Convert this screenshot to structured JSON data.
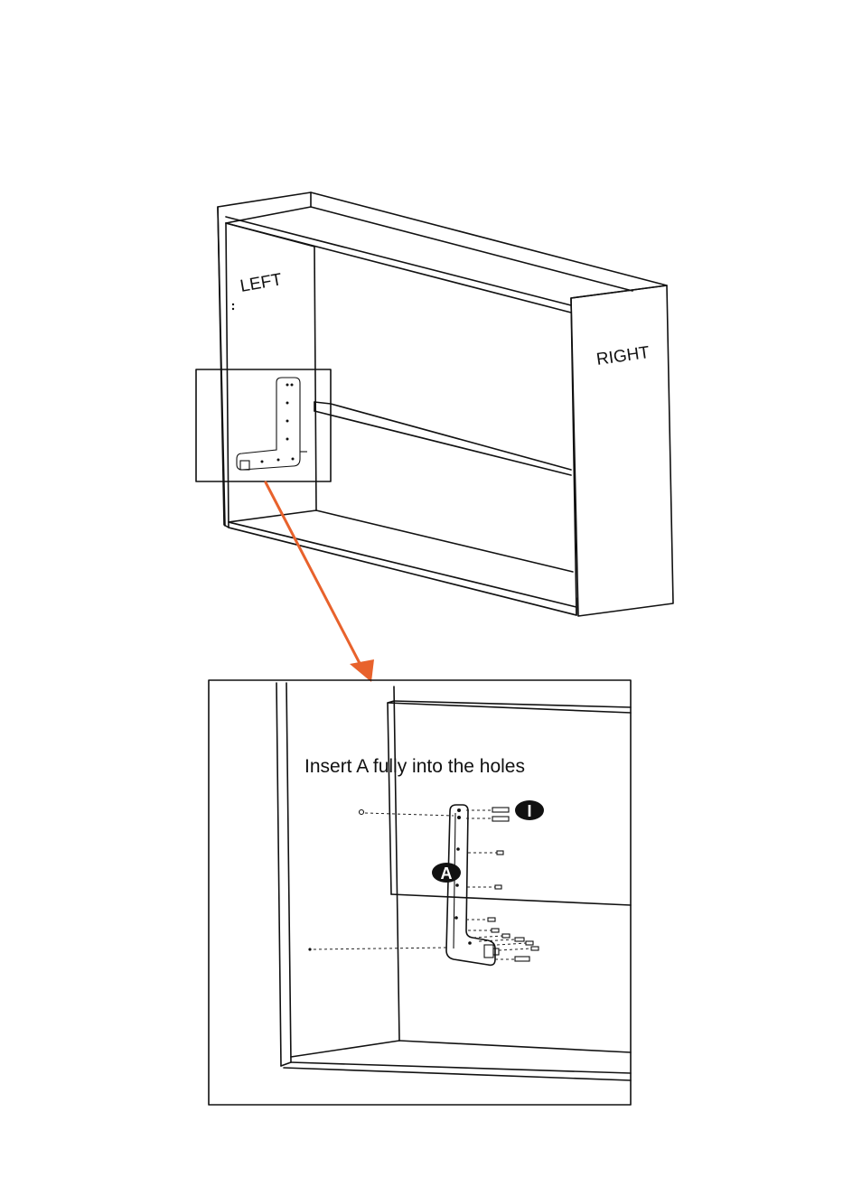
{
  "labels": {
    "left": "LEFT",
    "right": "RIGHT",
    "instruction": "Insert A fully into the holes"
  },
  "callouts": {
    "bracket": "A",
    "screw": "I"
  },
  "colors": {
    "line": "#111111",
    "arrow": "#e8622c",
    "callout_fill": "#111111",
    "callout_text": "#ffffff"
  }
}
